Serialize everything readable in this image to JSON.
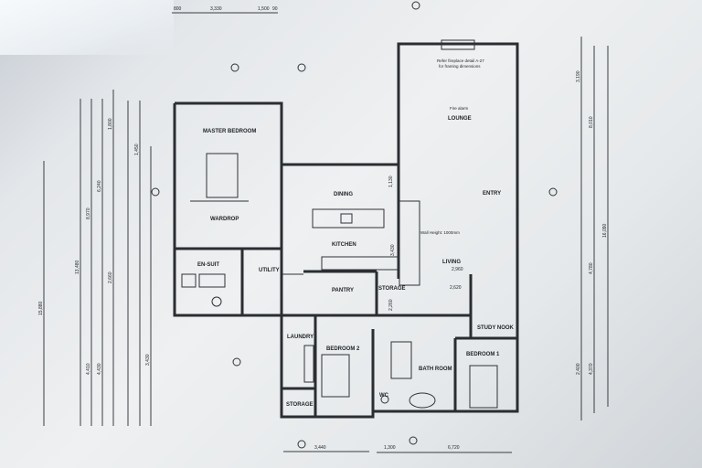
{
  "rooms": {
    "master_bedroom": "MASTER BEDROOM",
    "wardrobe": "WARDROP",
    "ensuite": "EN-SUIT",
    "utility": "UTILITY",
    "dining": "DINING",
    "kitchen": "KITCHEN",
    "pantry": "PANTRY",
    "storage_small": "STORAGE",
    "lounge": "LOUNGE",
    "entry": "ENTRY",
    "living": "LIVING",
    "study_nook": "STUDY NOOK",
    "laundry": "LAUNDRY",
    "bedroom2": "BEDROOM 2",
    "bathroom": "BATH ROOM",
    "wc": "WC",
    "bedroom1": "BEDROOM 1",
    "storage": "STORAGE"
  },
  "notes": {
    "fireplace_1": "Refer fireplace detail A-27",
    "fireplace_2": "for framing dimensions",
    "wall_height": "Wall Height: 1000mm",
    "fire_alarm": "Fire alarm"
  },
  "dims": {
    "top_1": "800",
    "top_2": "3,330",
    "top_3": "1,500",
    "top_4": "90",
    "bottom_1": "3,440",
    "bottom_2": "1,300",
    "bottom_3": "6,720",
    "left_total": "15,880",
    "left_1": "13,480",
    "left_2": "8,970",
    "left_3": "6,240",
    "left_4": "4,410",
    "left_5": "4,430",
    "left_6": "2,660",
    "left_7": "1,800",
    "left_8": "1,450",
    "left_9": "3,430",
    "right_total": "16,090",
    "right_1": "8,010",
    "right_2": "4,780",
    "right_3": "4,370",
    "right_4": "3,190",
    "right_5": "2,400",
    "inner_1": "2,960",
    "inner_2": "2,620",
    "inner_3": "3,430",
    "inner_4": "2,260",
    "inner_5": "1,130"
  }
}
